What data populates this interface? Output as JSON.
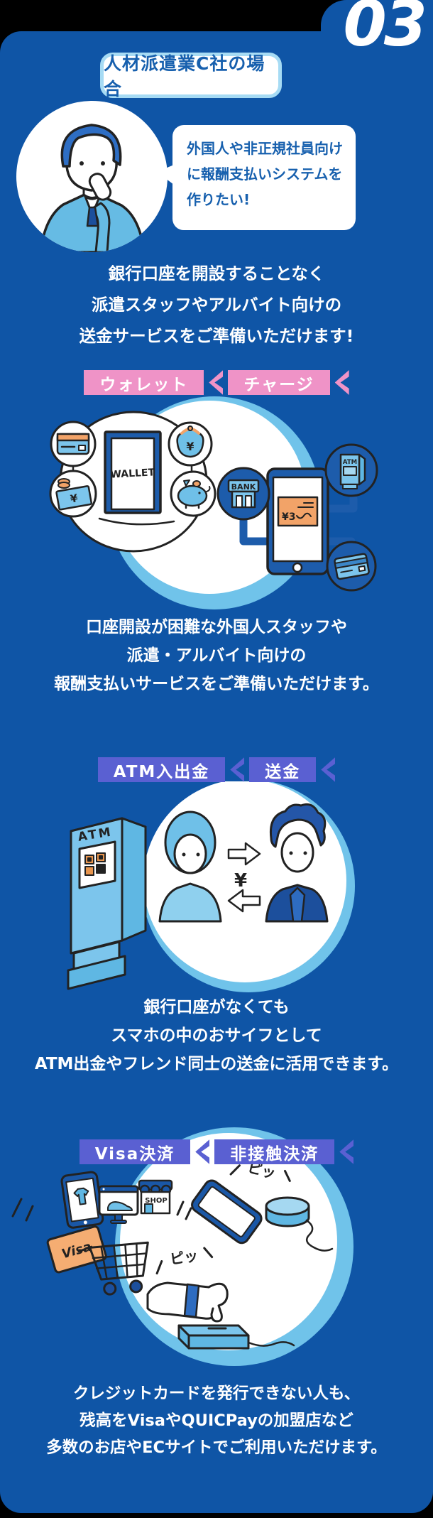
{
  "colors": {
    "background": "#000000",
    "card": "#0f55a6",
    "accent_pink": "#ef93c7",
    "accent_purple": "#5a60d2",
    "illustration_light_blue": "#70c3ea",
    "illustration_mid_blue": "#1d5cab",
    "accent_orange": "#f2a368",
    "text_blue": "#1760ae",
    "text_white": "#ffffff"
  },
  "header": {
    "case_number": "03",
    "case_label": "人材派遣業C社の場合"
  },
  "persona": {
    "speech_lines": [
      "外国人や非正規社員向け",
      "に報酬支払いシステムを",
      "作りたい!"
    ]
  },
  "intro": {
    "lines": [
      "銀行口座を開設することなく",
      "派遣スタッフやアルバイト向けの",
      "送金サービスをご準備いただけます!"
    ]
  },
  "sections": [
    {
      "tags": [
        "ウォレット",
        "チャージ"
      ],
      "desc": [
        "口座開設が困難な外国人スタッフや",
        "派遣・アルバイト向けの",
        "報酬支払いサービスをご準備いただけます。"
      ]
    },
    {
      "tags": [
        "ATM入出金",
        "送金"
      ],
      "desc": [
        "銀行口座がなくても",
        "スマホの中のおサイフとして",
        "ATM出金やフレンド同士の送金に活用できます。"
      ]
    },
    {
      "tags": [
        "Visa決済",
        "非接触決済"
      ],
      "desc": [
        "クレジットカードを発行できない人も、",
        "残高をVisaやQUICPayの加盟店など",
        "多数のお店やECサイトでご利用いただけます。"
      ]
    }
  ],
  "art": {
    "wallet": {
      "door_label": "WALLET",
      "bank_label": "BANK",
      "atm_label": "ATM",
      "screen_amount": "¥3",
      "yen": "¥"
    },
    "atm": {
      "machine_label": "ATM",
      "yen": "¥"
    },
    "payment": {
      "shop_label": "SHOP",
      "visa_label": "Visa",
      "beep": "ピッ"
    }
  }
}
